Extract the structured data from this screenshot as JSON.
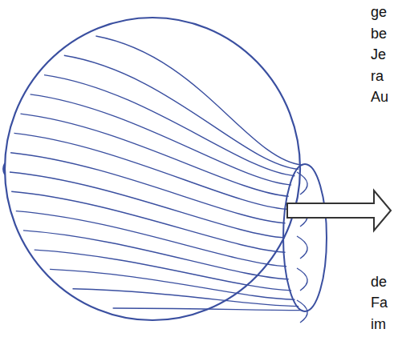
{
  "diagram": {
    "labels": [
      "ge",
      "be",
      "Je",
      "ra",
      "Au",
      "de",
      "Fa",
      "im"
    ]
  }
}
